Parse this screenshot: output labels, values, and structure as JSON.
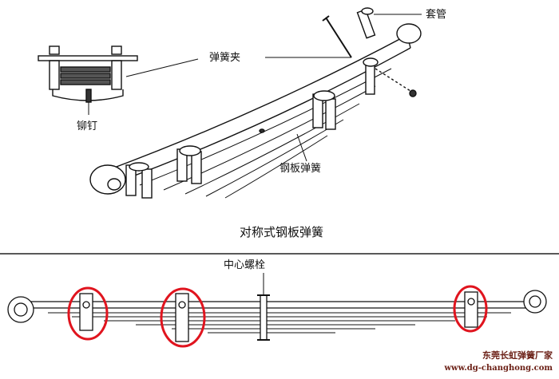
{
  "diagram": {
    "title": "对称式钢板弹簧",
    "labels": {
      "bushing": "套管",
      "spring_clip": "弹簧夹",
      "rivet": "铆钉",
      "leaf_spring": "钢板弹簧",
      "center_bolt": "中心螺栓"
    },
    "highlight_color": "#e0141e",
    "watermark": {
      "name": "东莞长虹弹簧厂家",
      "url": "www.dg-changhong.com"
    }
  }
}
